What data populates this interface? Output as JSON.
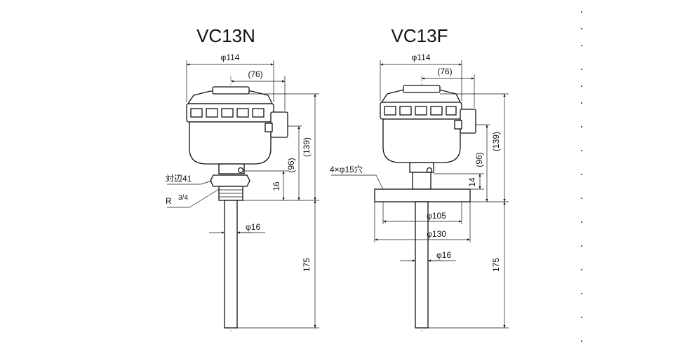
{
  "models": {
    "left": {
      "title": "VC13N",
      "dims": {
        "diameter_head": "φ114",
        "offset": "(76)",
        "height_total": "(139)",
        "height_body": "(96)",
        "height_nipple": "16",
        "across_flats": "対辺41",
        "thread_prefix": "R",
        "thread_fraction": "3/4",
        "diameter_tube": "φ16",
        "tube_length": "175"
      }
    },
    "right": {
      "title": "VC13F",
      "dims": {
        "diameter_head": "φ114",
        "offset": "(76)",
        "height_total": "(139)",
        "height_body": "(96)",
        "height_neck": "14",
        "holes": "4×φ15穴",
        "flange_pcd": "φ105",
        "flange_diameter": "φ130",
        "diameter_tube": "φ16",
        "tube_length": "175"
      }
    }
  },
  "colors": {
    "line": "#111111",
    "background": "#ffffff"
  }
}
